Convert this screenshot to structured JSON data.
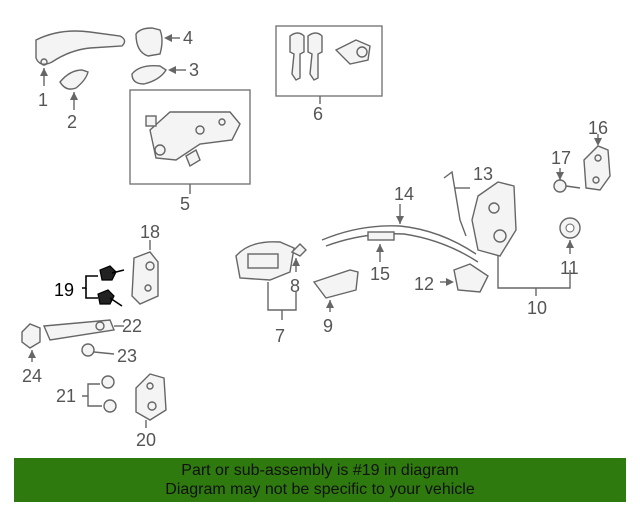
{
  "callouts": {
    "c1": "1",
    "c2": "2",
    "c3": "3",
    "c4": "4",
    "c5": "5",
    "c6": "6",
    "c7": "7",
    "c8": "8",
    "c9": "9",
    "c10": "10",
    "c11": "11",
    "c12": "12",
    "c13": "13",
    "c14": "14",
    "c15": "15",
    "c16": "16",
    "c17": "17",
    "c18": "18",
    "c19": "19",
    "c20": "20",
    "c21": "21",
    "c22": "22",
    "c23": "23",
    "c24": "24"
  },
  "highlighted_part": "19",
  "footer": {
    "line1": "Part or sub-assembly is #19 in diagram",
    "line2": "Diagram may not be specific to your vehicle"
  },
  "colors": {
    "footer_bg": "#2f7a0e",
    "line_gray": "#666666",
    "highlight": "#000000"
  }
}
